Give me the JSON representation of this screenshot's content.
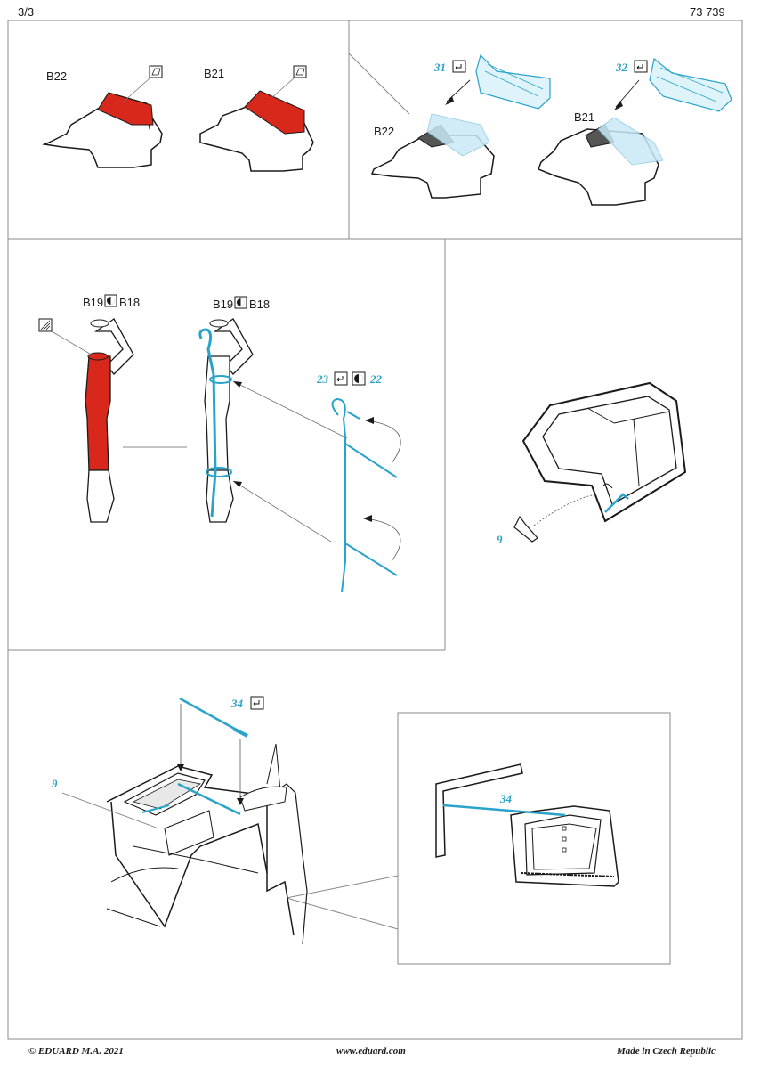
{
  "header": {
    "page": "3/3",
    "code": "73 739"
  },
  "panel1": {
    "left_a": "B22",
    "left_b": "B21",
    "right_a_part": "31",
    "right_b_part": "32",
    "right_a": "B22",
    "right_b": "B21"
  },
  "panel2": {
    "a_left": "B19",
    "a_right": "B18",
    "b_left": "B19",
    "b_right": "B18",
    "etch_left": "23",
    "etch_right": "22"
  },
  "panel3": {
    "part": "9"
  },
  "panel4": {
    "part_a": "34",
    "part_b": "9",
    "detail_part": "34"
  },
  "footer": {
    "copyright": "© EDUARD  M.A. 2021",
    "site": "www.eduard.com",
    "made": "Made in Czech Republic"
  },
  "colors": {
    "red": "#d8281b",
    "cyan": "#29a3c9",
    "cyan_light": "#a9dbee",
    "line": "#1a1a1a",
    "frame": "#888888"
  }
}
